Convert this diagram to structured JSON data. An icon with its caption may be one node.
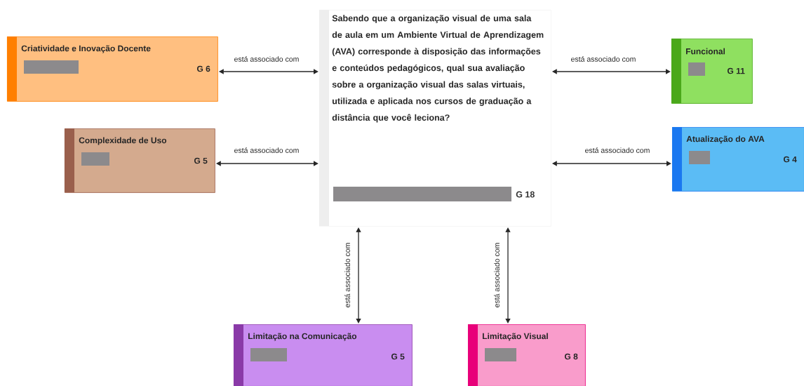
{
  "diagram": {
    "nodes": [
      {
        "text": [
          "Sabendo que a organização visual de uma sala de aula em um Ambiente Virtual de Aprendizagem (AVA) corresponde à disposição das informações e conteúdos pedagógicos, qual sua avaliação sobre a organização visual das salas virtuais, utilizada e aplicada nos cursos de graduação a distância que você leciona?",
          "G 18"
        ]
      },
      {
        "text": [
          "Criatividade e Inovação Docente",
          "G 6"
        ]
      },
      {
        "text": [
          "Complexidade de Uso",
          "G 5"
        ]
      },
      {
        "text": [
          "Funcional",
          "G 11"
        ]
      },
      {
        "text": [
          "Atualização do AVA",
          "G 4"
        ]
      },
      {
        "text": [
          "Limitação na Comunicação",
          "G 5"
        ]
      },
      {
        "text": [
          "Limitação Visual",
          "G 8"
        ]
      }
    ],
    "edges": [
      {
        "from": 1,
        "to": 0,
        "arrow": "both",
        "label": "está associado com"
      },
      {
        "from": 2,
        "to": 0,
        "arrow": "both",
        "label": "está associado com"
      },
      {
        "from": 0,
        "to": 3,
        "arrow": "both",
        "label": "está associado com"
      },
      {
        "from": 0,
        "to": 4,
        "arrow": "both",
        "label": "está associado com"
      },
      {
        "from": 0,
        "to": 5,
        "arrow": "both",
        "label": "está associado com"
      },
      {
        "from": 0,
        "to": 6,
        "arrow": "both",
        "label": "está associado com"
      }
    ]
  }
}
